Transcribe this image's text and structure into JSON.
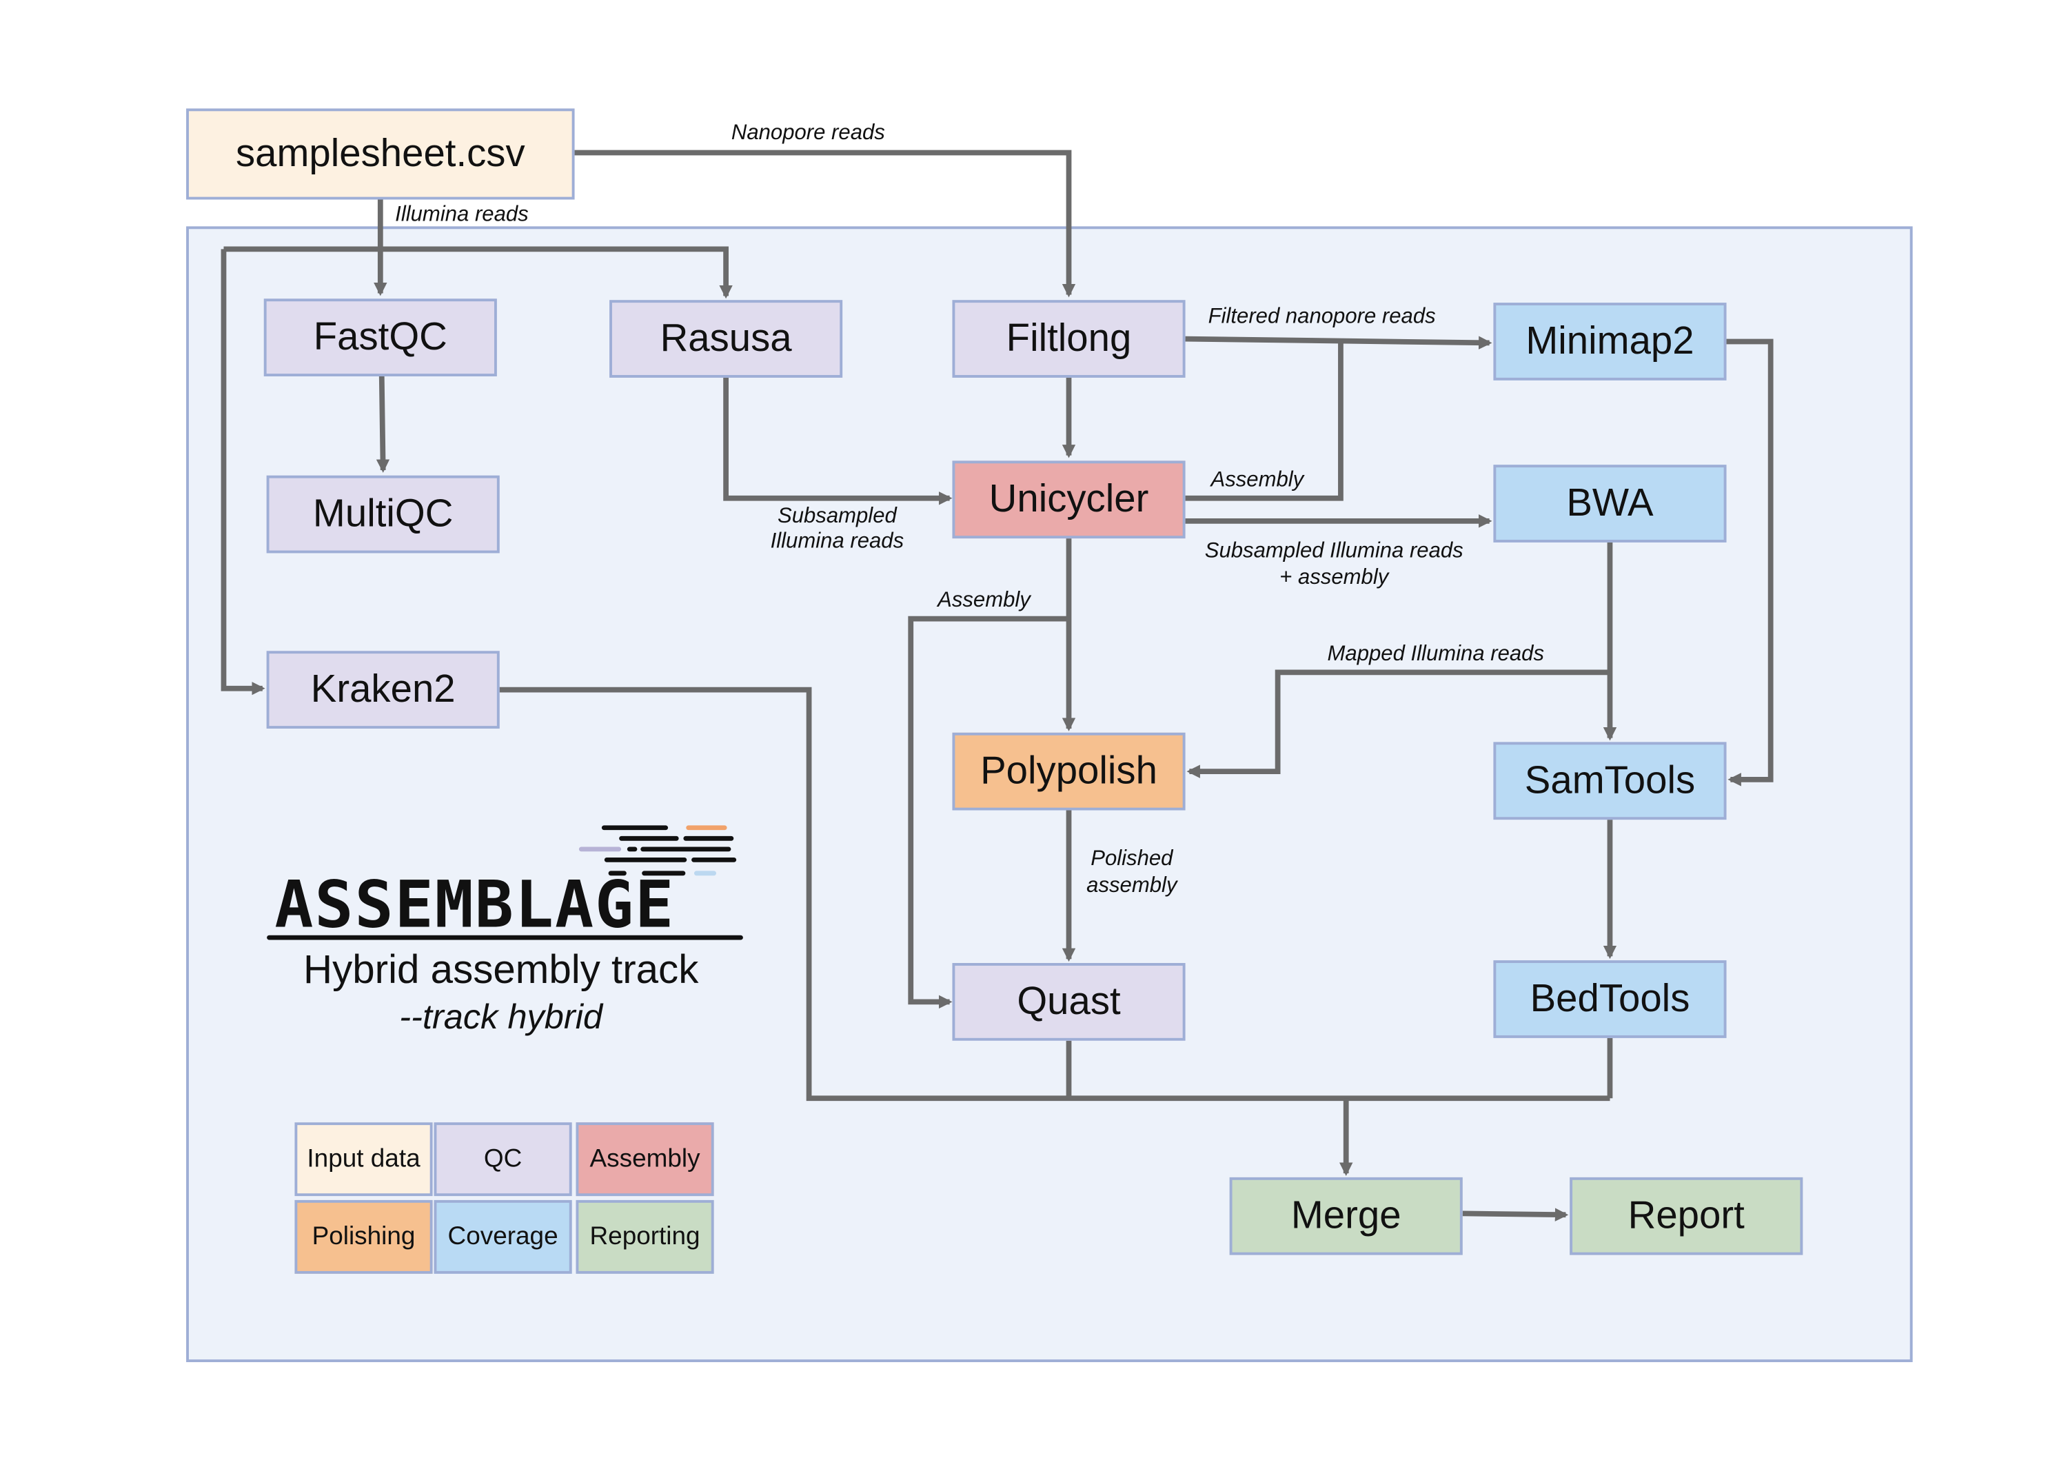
{
  "nodes": {
    "samplesheet": "samplesheet.csv",
    "fastqc": "FastQC",
    "rasusa": "Rasusa",
    "filtlong": "Filtlong",
    "minimap2": "Minimap2",
    "multiqc": "MultiQC",
    "unicycler": "Unicycler",
    "bwa": "BWA",
    "kraken2": "Kraken2",
    "polypolish": "Polypolish",
    "samtools": "SamTools",
    "quast": "Quast",
    "bedtools": "BedTools",
    "merge": "Merge",
    "report": "Report"
  },
  "edge_labels": {
    "nanopore_reads": "Nanopore reads",
    "illumina_reads": "Illumina reads",
    "filtered_nanopore_reads": "Filtered nanopore reads",
    "assembly_to_minimap": "Assembly",
    "subsampled_illumina_1": "Subsampled",
    "subsampled_illumina_2": "Illumina reads",
    "subsampled_plus_assembly_1": "Subsampled Illumina reads",
    "subsampled_plus_assembly_2": "+ assembly",
    "assembly_to_quast": "Assembly",
    "mapped_illumina_reads": "Mapped Illumina reads",
    "polished_assembly_1": "Polished",
    "polished_assembly_2": "assembly"
  },
  "branding": {
    "logo": "ASSEMBLAGE",
    "track_title": "Hybrid assembly track",
    "track_flag": "--track hybrid"
  },
  "legend": [
    {
      "label": "Input data",
      "color": "#fdf1e1"
    },
    {
      "label": "QC",
      "color": "#e0dcee"
    },
    {
      "label": "Assembly",
      "color": "#eaaaaa"
    },
    {
      "label": "Polishing",
      "color": "#f6c08f"
    },
    {
      "label": "Coverage",
      "color": "#b9daf4"
    },
    {
      "label": "Reporting",
      "color": "#c9dcc4"
    }
  ],
  "colors": {
    "panel_background": "#edf2fa",
    "border": "#9eaed6",
    "arrow": "#6b6b6b"
  }
}
